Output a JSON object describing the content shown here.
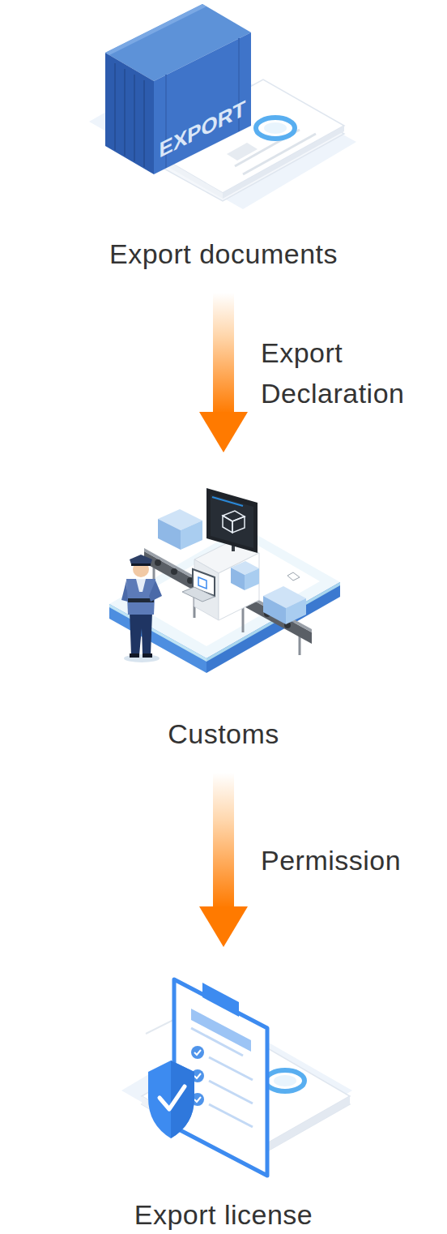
{
  "diagram": {
    "nodes": [
      {
        "text": [
          "Export documents"
        ]
      },
      {
        "text": [
          "Customs"
        ]
      },
      {
        "text": [
          "Export license"
        ]
      }
    ],
    "edges": [
      {
        "from": 0,
        "to": 1,
        "label": "Export Declaration",
        "arrow": "to"
      },
      {
        "from": 1,
        "to": 2,
        "label": "Permission",
        "arrow": "to"
      }
    ],
    "labels": [
      "EXPORT"
    ]
  }
}
